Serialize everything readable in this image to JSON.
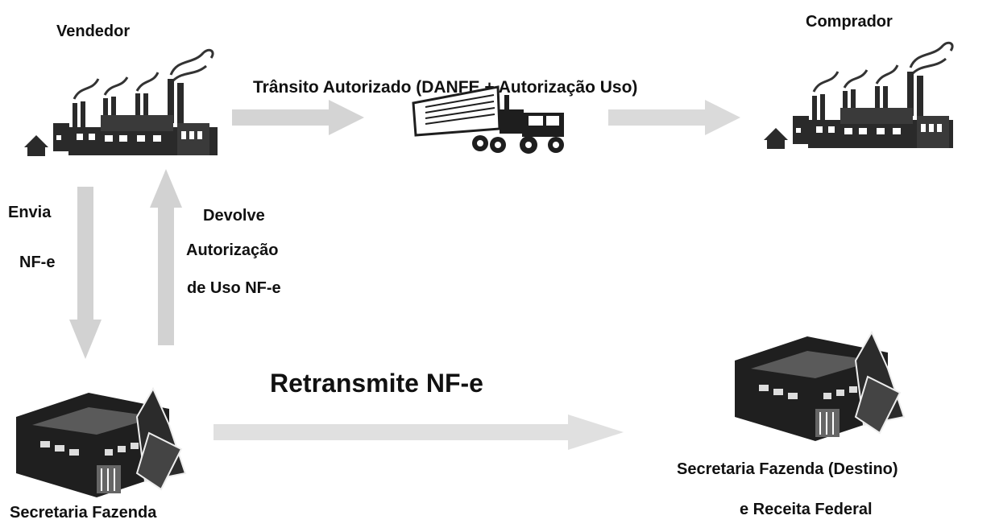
{
  "nodes": {
    "seller": {
      "label": "Vendedor"
    },
    "buyer": {
      "label": "Comprador"
    },
    "sefaz_origin": {
      "label": "Secretaria Fazenda"
    },
    "sefaz_destination": {
      "label_line1": "Secretaria Fazenda (Destino)",
      "label_line2": "e Receita Federal"
    }
  },
  "flows": {
    "transit": {
      "label": "Trânsito Autorizado (DANFE + Autorização Uso)"
    },
    "send": {
      "label_line1": "Envia",
      "label_line2": "NF-e"
    },
    "return": {
      "label_line1": "Devolve",
      "label_line2": "Autorização",
      "label_line3": "de Uso NF-e"
    },
    "retransmit": {
      "label": "Retransmite NF-e"
    }
  },
  "colors": {
    "arrow_fill": "#cfcfcf",
    "text": "#111111",
    "factory": "#2a2a2a",
    "truck": "#1e1e1e"
  },
  "icons": [
    "factory-icon",
    "truck-icon",
    "government-building-icon"
  ]
}
